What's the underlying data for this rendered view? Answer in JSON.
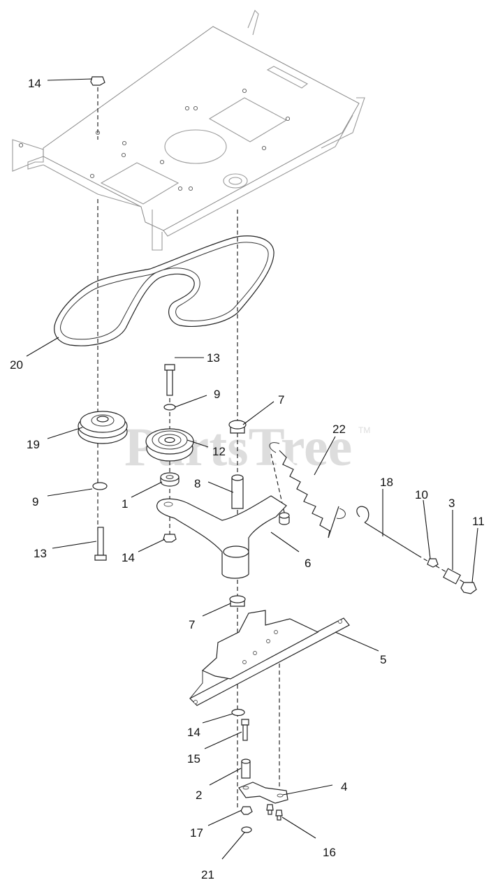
{
  "watermark": {
    "text": "PartsTree",
    "tm": "TM"
  },
  "callouts": [
    {
      "id": "c-14-top",
      "label": "14"
    },
    {
      "id": "c-20",
      "label": "20"
    },
    {
      "id": "c-13-mid",
      "label": "13"
    },
    {
      "id": "c-9-mid",
      "label": "9"
    },
    {
      "id": "c-7-top",
      "label": "7"
    },
    {
      "id": "c-22",
      "label": "22"
    },
    {
      "id": "c-19",
      "label": "19"
    },
    {
      "id": "c-12",
      "label": "12"
    },
    {
      "id": "c-18",
      "label": "18"
    },
    {
      "id": "c-8",
      "label": "8"
    },
    {
      "id": "c-10",
      "label": "10"
    },
    {
      "id": "c-3",
      "label": "3"
    },
    {
      "id": "c-11",
      "label": "11"
    },
    {
      "id": "c-9-left",
      "label": "9"
    },
    {
      "id": "c-1",
      "label": "1"
    },
    {
      "id": "c-13-left",
      "label": "13"
    },
    {
      "id": "c-14-left",
      "label": "14"
    },
    {
      "id": "c-6",
      "label": "6"
    },
    {
      "id": "c-7-bottom",
      "label": "7"
    },
    {
      "id": "c-5",
      "label": "5"
    },
    {
      "id": "c-14-bottom",
      "label": "14"
    },
    {
      "id": "c-15",
      "label": "15"
    },
    {
      "id": "c-4",
      "label": "4"
    },
    {
      "id": "c-2",
      "label": "2"
    },
    {
      "id": "c-17",
      "label": "17"
    },
    {
      "id": "c-16",
      "label": "16"
    },
    {
      "id": "c-21",
      "label": "21"
    }
  ]
}
